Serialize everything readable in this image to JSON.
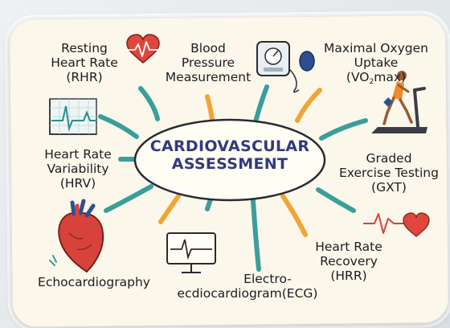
{
  "center": {
    "line1": "CARDIOVASCULAR",
    "line2": "ASSESSMENT"
  },
  "nodes": {
    "rhr": {
      "line1": "Resting",
      "line2": "Heart Rate",
      "line3": "(RHR)"
    },
    "bp": {
      "line1": "Blood",
      "line2": "Pressure",
      "line3": "Measurement"
    },
    "vo2": {
      "line1": "Maximal Oxygen",
      "line2": "Uptake",
      "line3_pre": "(VO",
      "line3_sub": "2",
      "line3_post": "max)"
    },
    "hrv": {
      "line1": "Heart Rate",
      "line2": "Variability",
      "line3": "(HRV)"
    },
    "gxt": {
      "line1": "Graded",
      "line2": "Exercise Testing",
      "line3": "(GXT)"
    },
    "echo": {
      "line1": "Echocardiography"
    },
    "ecg": {
      "line1": "Electro-",
      "line2": "ecdiocardiogram(ECG)"
    },
    "hrr": {
      "line1": "Heart Rate",
      "line2": "Recovery",
      "line3": "(HRR)"
    }
  },
  "colors": {
    "teal": "#3a9e9b",
    "orange": "#f0a535",
    "title": "#313a7d",
    "heart_red": "#e0473c",
    "card": "#fbf7ea"
  },
  "icons": [
    "heart-pulse-icon",
    "blood-pressure-monitor-icon",
    "treadmill-runner-icon",
    "ecg-graph-icon",
    "anatomical-heart-icon",
    "ecg-monitor-icon",
    "heartbeat-line-heart-icon"
  ]
}
